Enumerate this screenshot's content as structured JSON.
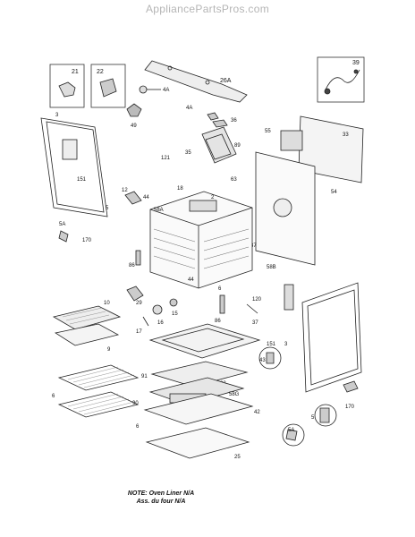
{
  "header": {
    "watermark": "AppliancePartsPros.com"
  },
  "note": {
    "line1": "NOTE: Oven Liner N/A",
    "line2": "Ass. du four N/A"
  },
  "labels": {
    "p21": "21",
    "p22": "22",
    "p26A": "26A",
    "p4A_top": "4A",
    "p49": "49",
    "p4A_mid": "4A",
    "p36": "36",
    "p39": "39",
    "p33": "33",
    "p55": "55",
    "p35": "35",
    "p89": "89",
    "p63": "63",
    "p3_left": "3",
    "p151_left": "151",
    "p121": "121",
    "p12": "12",
    "p58A": "58A",
    "p18": "18",
    "p2": "2",
    "p44_top": "44",
    "p54": "54",
    "p5": "5",
    "p5A_left": "5A",
    "p170_left": "170",
    "p87": "87",
    "p86_left": "86",
    "p58B": "58B",
    "p44_mid": "44",
    "p120": "120",
    "p6_top": "6",
    "p10": "10",
    "p29": "29",
    "p15": "15",
    "p16": "16",
    "p17": "17",
    "p86_mid": "86",
    "p37": "37",
    "p151_right": "151",
    "p9": "9",
    "p3_right": "3",
    "p43": "43",
    "p83": "83",
    "p82": "82",
    "p91": "91",
    "p58G": "58G",
    "p90": "90",
    "p42": "42",
    "p6_left1": "6",
    "p6_left2": "6",
    "p5_right": "5",
    "p170_right": "170",
    "p5A_right": "5A",
    "p25": "25"
  }
}
